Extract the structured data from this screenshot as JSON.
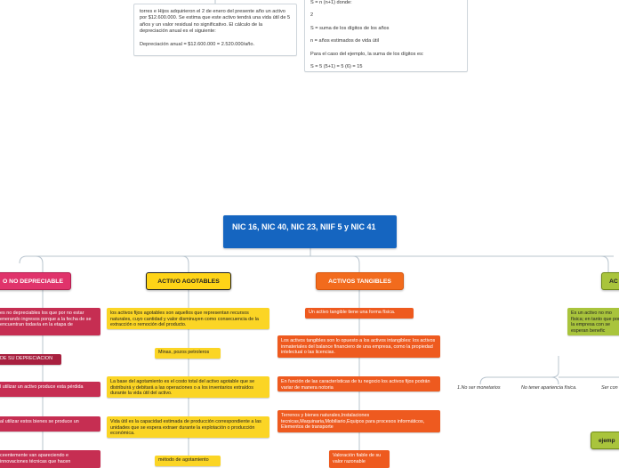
{
  "notes": {
    "left": {
      "text": "torres e Hijos adquirieron el 2 de enero del presente año un activo por $12.600.000. Se estima que este activo tendrá una vida útil de 5 años y un valor residual no significativo. El cálculo de la depreciación anual es el siguiente:\n\nDepreciación anual = $12.600.000 = 2.520.000/año."
    },
    "right": {
      "lines": [
        "S = n (n+1) donde:",
        "2",
        "S = suma de los dígitos de los años",
        "n = años estimados de vida útil",
        "Para el caso del ejemplo, la suma de los dígitos es:",
        "S = 5 (5+1) = 5 (6) = 15"
      ]
    }
  },
  "central": {
    "title": "NIC 16, NIC 40, NIC 23, NIIF 5 y NIC 41"
  },
  "topics": {
    "no_depreciable": "O NO DEPRECIABLE",
    "agotables": "ACTIVO AGOTABLES",
    "tangibles": "ACTIVOS TANGIBLES",
    "right_partial": "AC"
  },
  "no_depreciable_items": [
    "es no depreciables los que  por no estar enerando ingresos porque a la fecha de se encuentran todavía en la etapa de",
    "DE SU DEPRECIACION",
    "l utilizar un activo produce esta pérdida",
    "al utilizar estos bienes se produce un",
    "ceentemente van apareciendo e innovaciones técnicas que hacen"
  ],
  "agotables_items": [
    "los activos fijos agotables son aquellos que representan recursos naturales, cuyo cantidad y valor disminuyen como consecuencia de la extracción o remoción del producto.",
    "Minas, pozos petroleros",
    "La base del agotamiento es el costo total del activo agotable que se distribuirá y debitará a las operaciones  o a los inventarios extraídos durante la vida útil del activo.",
    "Vida útil es la capacidad estimada  de producción correspondiente a las unidades que se espera extraer durante la explotación o producción  económica.",
    "método de agotamiento"
  ],
  "tangibles_items": [
    "Un activo tangible tiene una forma física.",
    "Los activos tangibles son lo opuesto a los activos intangibles: los activos inmateriales del balance financiero de una empresa, como la propiedad intelectual o las licencias.",
    "En función de las características de tu negocio los activos fijos podrán variar de manera notoria",
    "Terrenos y bienes naturales,Instalaciones tecnicas,Maquinaria,Mobiliario,Equipos para procesos informáticos, Elementos de transporte",
    "Valoración fiable de su valor razonable"
  ],
  "right_items": {
    "green_text": "Es un activo no mo física; en tanto que por la empresa con se esperan benefic",
    "ejemplo": "ejemp",
    "criteria": [
      "1.No ser monetarios",
      "No tener apariencia física.",
      "Ser con"
    ]
  }
}
